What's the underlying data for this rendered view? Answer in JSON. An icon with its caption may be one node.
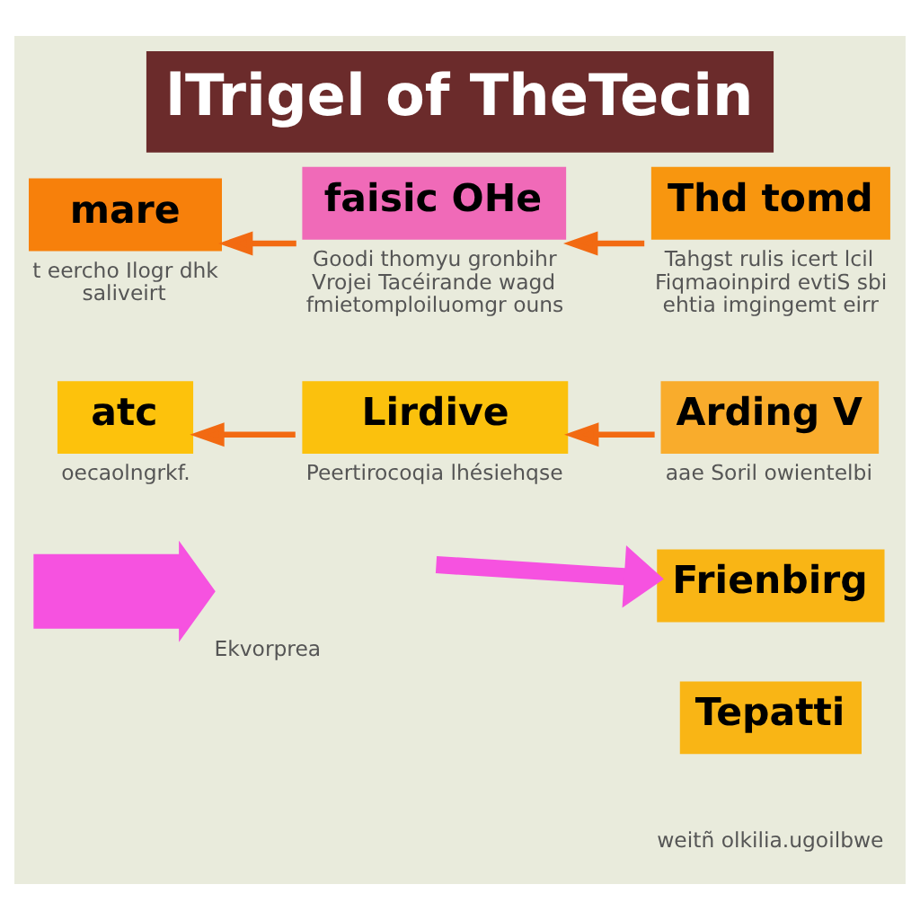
{
  "diagram": {
    "title": "lTrigel of TheTecin",
    "nodes": [
      {
        "text": [
          "mare"
        ],
        "beside": [
          "t eercho Ilogr dhk saliveirt"
        ]
      },
      {
        "text": [
          "faisic OHe"
        ],
        "beside": [
          "Goodi thomyu gronbihr Vrojei Tacéirande wagd fmietomploiluomgr ouns"
        ]
      },
      {
        "text": [
          "Thd tomd"
        ],
        "beside": [
          "Tahgst rulis icert lcil Fiqmaoinpird evtiS sbi ehtia imgingemt eirr"
        ]
      },
      {
        "text": [
          "atc"
        ],
        "beside": [
          "oecaolngrkf."
        ]
      },
      {
        "text": [
          "Lirdive"
        ],
        "beside": [
          "Peertirocoqia lhésiehqse"
        ]
      },
      {
        "text": [
          "Arding V"
        ],
        "beside": [
          "aae Soril owientelbi"
        ]
      },
      {
        "text": [],
        "shape": "arrow",
        "beside": [
          "Ekvorprea"
        ]
      },
      {
        "text": [
          "Frienbirg"
        ]
      },
      {
        "text": [
          "Tepatti"
        ]
      }
    ],
    "edges": [
      {
        "from": 1,
        "to": 0,
        "arrow": "to"
      },
      {
        "from": 2,
        "to": 1,
        "arrow": "to"
      },
      {
        "from": 4,
        "to": 3,
        "arrow": "to"
      },
      {
        "from": 5,
        "to": 4,
        "arrow": "to"
      },
      {
        "from": null,
        "to": 7,
        "arrow": "to",
        "style": "thick",
        "color": "#f652e0"
      }
    ],
    "labels": [
      "weitñ olkilia.ugoilbwe"
    ]
  }
}
